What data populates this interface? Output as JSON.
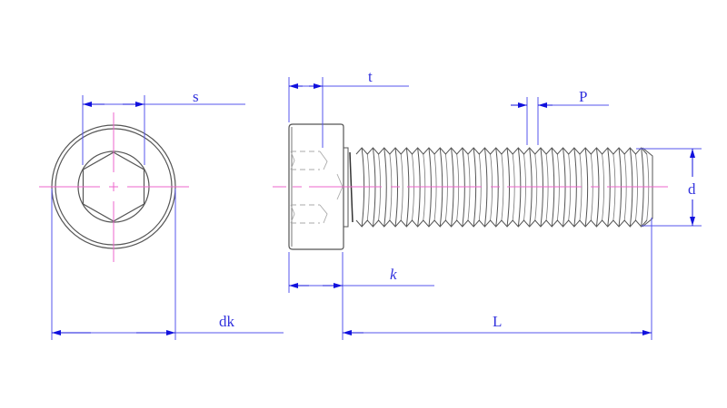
{
  "diagram": {
    "subject": "Socket head cap screw",
    "views": [
      "end view",
      "side view"
    ],
    "dimensions": {
      "s": "s",
      "dk": "dk",
      "t": "t",
      "k": "k",
      "P": "P",
      "d": "d",
      "L": "L"
    },
    "colors": {
      "outline": "#555555",
      "dimension": "#5555ee",
      "arrow": "#1111dd",
      "centerline": "#ee66cc",
      "hidden": "#999999",
      "label": "#3333dd"
    }
  }
}
